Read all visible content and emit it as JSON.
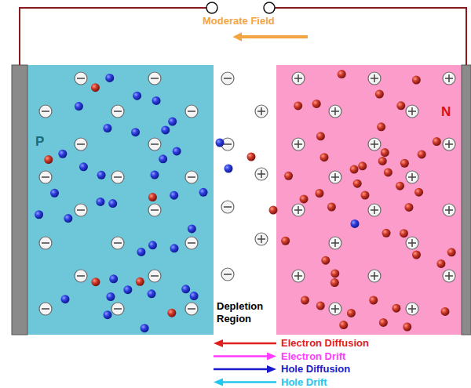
{
  "diagram": {
    "nodes": [
      {
        "text": [
          "P"
        ]
      },
      {
        "text": [
          "Depletion Region"
        ]
      },
      {
        "text": [
          "N"
        ]
      }
    ],
    "labels": [
      "Moderate Field"
    ],
    "legend": [
      {
        "text": "Electron Diffusion"
      },
      {
        "text": "Electron Drift"
      },
      {
        "text": "Hole Diffusion"
      },
      {
        "text": "Hole Drift"
      }
    ]
  }
}
